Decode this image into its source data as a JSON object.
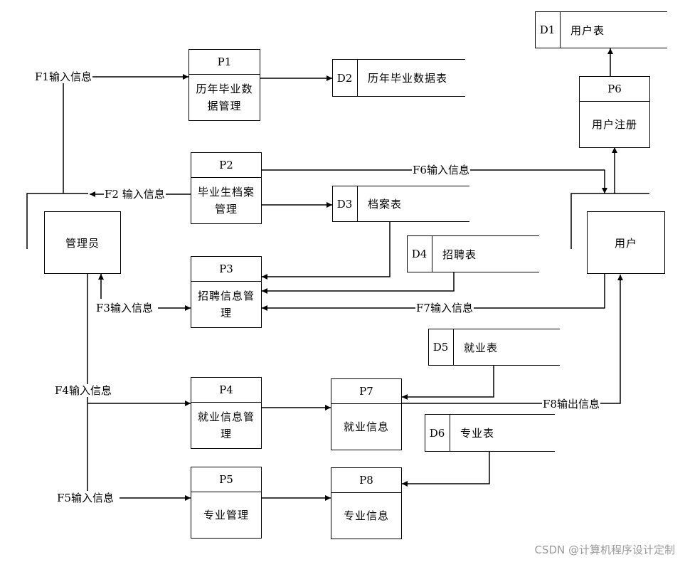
{
  "diagram": {
    "entities": {
      "admin": "管理员",
      "user": "用户"
    },
    "processes": [
      {
        "id": "P1",
        "name": "历年毕业数据管理"
      },
      {
        "id": "P2",
        "name": "毕业生档案管理"
      },
      {
        "id": "P3",
        "name": "招聘信息管理"
      },
      {
        "id": "P4",
        "name": "就业信息管理"
      },
      {
        "id": "P5",
        "name": "专业管理"
      },
      {
        "id": "P6",
        "name": "用户注册"
      },
      {
        "id": "P7",
        "name": "就业信息"
      },
      {
        "id": "P8",
        "name": "专业信息"
      }
    ],
    "stores": [
      {
        "id": "D1",
        "name": "用户表"
      },
      {
        "id": "D2",
        "name": "历年毕业数据表"
      },
      {
        "id": "D3",
        "name": "档案表"
      },
      {
        "id": "D4",
        "name": "招聘表"
      },
      {
        "id": "D5",
        "name": "就业表"
      },
      {
        "id": "D6",
        "name": "专业表"
      }
    ],
    "flows": [
      "F1输入信息",
      "F2 输入信息",
      "F3输入信息",
      "F4输入信息",
      "F5输入信息",
      "F6输入信息",
      "F7输入信息",
      "F8输出信息"
    ]
  },
  "watermark": "CSDN @计算机程序设计定制"
}
